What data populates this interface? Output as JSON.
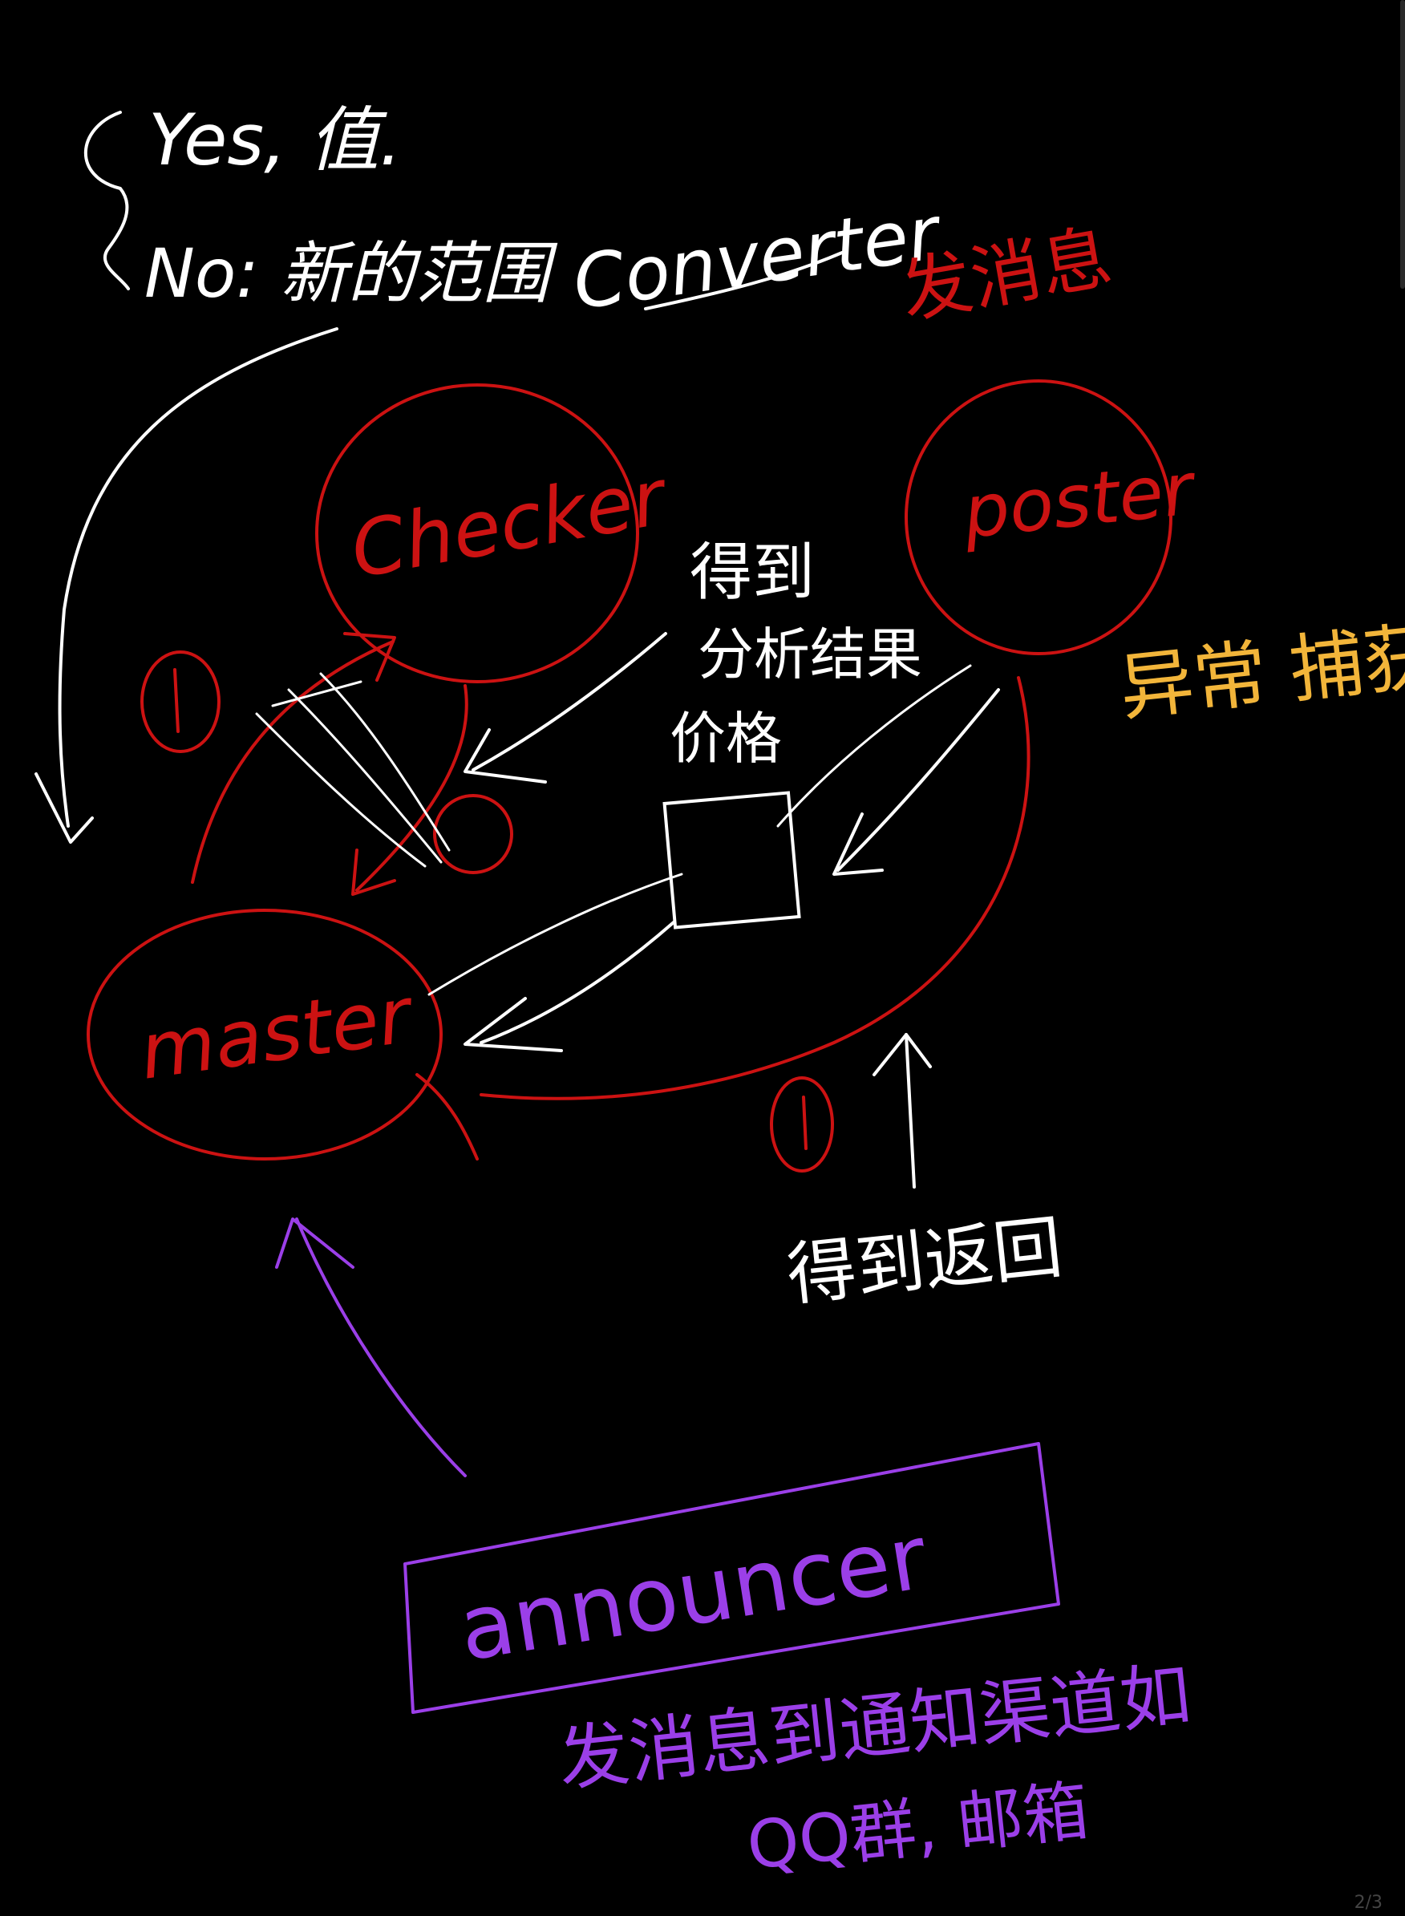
{
  "page_indicator": "2/3",
  "colors": {
    "background": "#000000",
    "white_ink": "#ffffff",
    "red_ink": "#cc1212",
    "orange_ink": "#f2b53a",
    "purple_ink": "#9b3fe8"
  },
  "notes": {
    "yes_line": "Yes, 值.",
    "no_line": "No: 新的范围",
    "converter_label": "Converter",
    "red_note": "发消息",
    "orange_note": "异常 捕获",
    "analysis_note_line1": "得到",
    "analysis_note_line2": "分析结果",
    "analysis_note_line3": "价格",
    "return_note": "得到返回",
    "announcer_note_line1": "发消息到通知渠道如",
    "announcer_note_line2": "QQ群, 邮箱"
  },
  "nodes": {
    "checker": "Checker",
    "poster": "poster",
    "master": "master",
    "announcer": "announcer"
  },
  "step_markers": {
    "left": "①",
    "bottom": "①"
  }
}
